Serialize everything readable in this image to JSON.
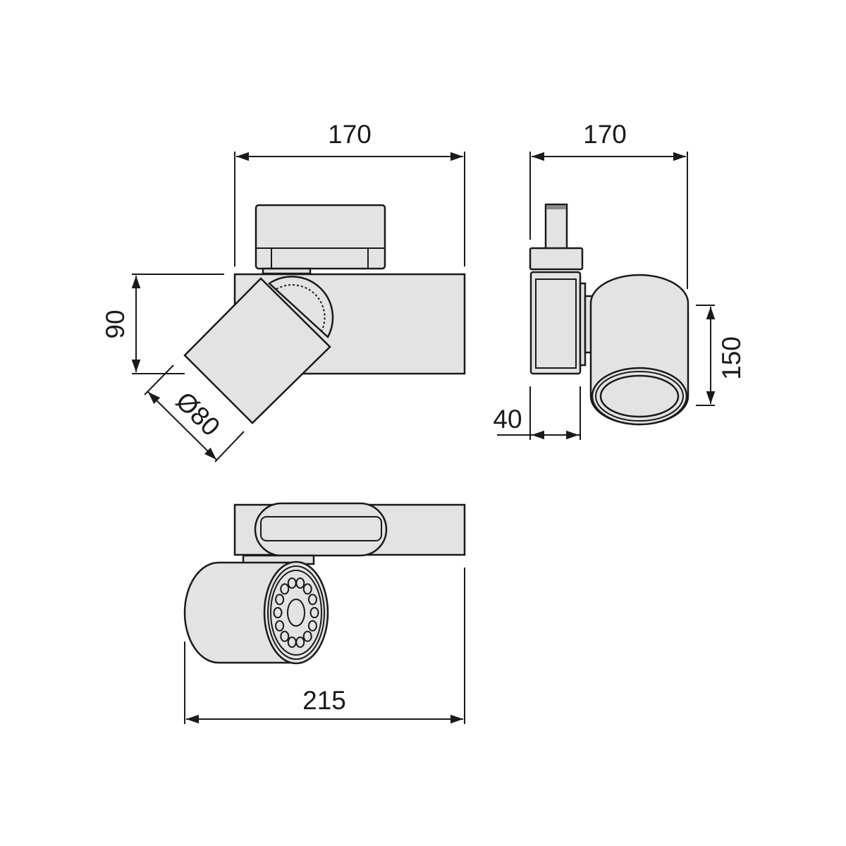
{
  "drawing": {
    "front_view": {
      "width_label": "170",
      "height_label": "90",
      "diameter_label": "Ø80"
    },
    "side_view": {
      "width_label": "170",
      "height_label": "150",
      "depth_label": "40"
    },
    "top_view": {
      "length_label": "215"
    }
  },
  "colors": {
    "fill": "#e3e3e3",
    "line": "#1a1a1a"
  }
}
